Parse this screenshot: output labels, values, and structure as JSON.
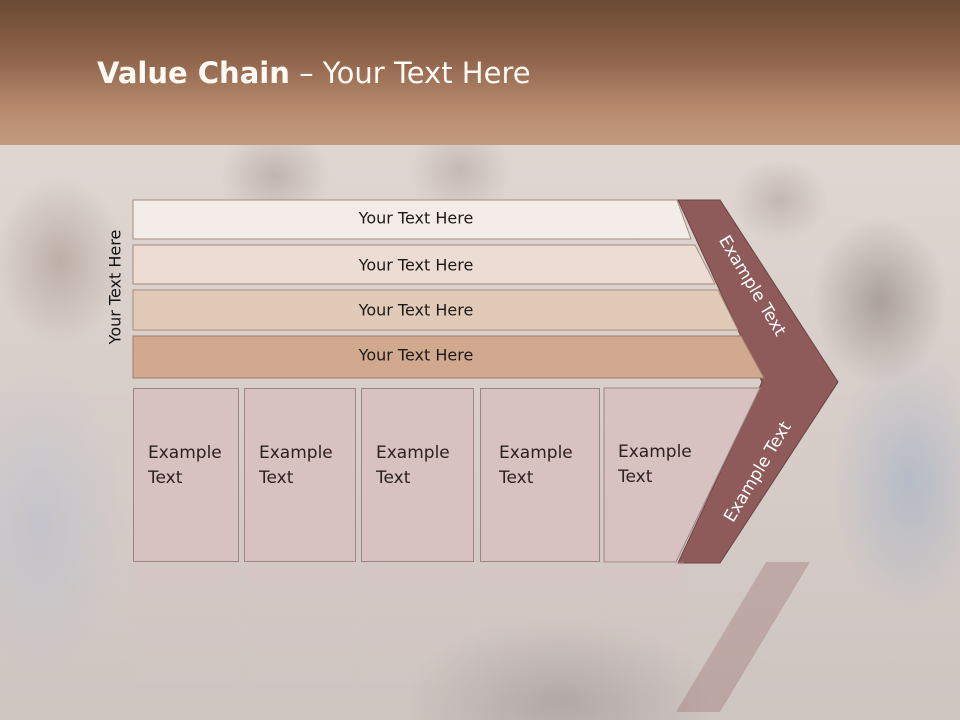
{
  "title": {
    "bold": "Value Chain",
    "rest": " – Your Text Here"
  },
  "side_label": "Your Text Here",
  "bars": [
    {
      "label": "Your Text Here",
      "color": "#f3ece8"
    },
    {
      "label": "Your Text Here",
      "color": "#ecdcd3"
    },
    {
      "label": "Your Text Here",
      "color": "#e2cab9"
    },
    {
      "label": "Your Text Here",
      "color": "#d0a98f"
    }
  ],
  "boxes": [
    {
      "line1": "Example",
      "line2": "Text"
    },
    {
      "line1": "Example",
      "line2": "Text"
    },
    {
      "line1": "Example",
      "line2": "Text"
    },
    {
      "line1": "Example",
      "line2": "Text"
    },
    {
      "line1": "Example",
      "line2": "Text"
    }
  ],
  "chevron": {
    "top_label": "Example Text",
    "bottom_label": "Example Text",
    "color": "#8e5a5a"
  }
}
